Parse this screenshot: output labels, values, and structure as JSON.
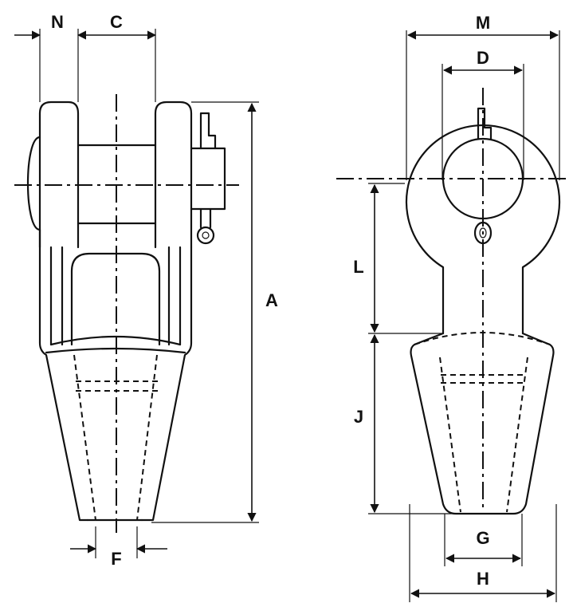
{
  "diagram": {
    "dimensions": {
      "N": "N",
      "C": "C",
      "A": "A",
      "F": "F",
      "M": "M",
      "D": "D",
      "L": "L",
      "J": "J",
      "G": "G",
      "H": "H"
    },
    "colors": {
      "line": "#111111",
      "background": "#ffffff"
    }
  }
}
